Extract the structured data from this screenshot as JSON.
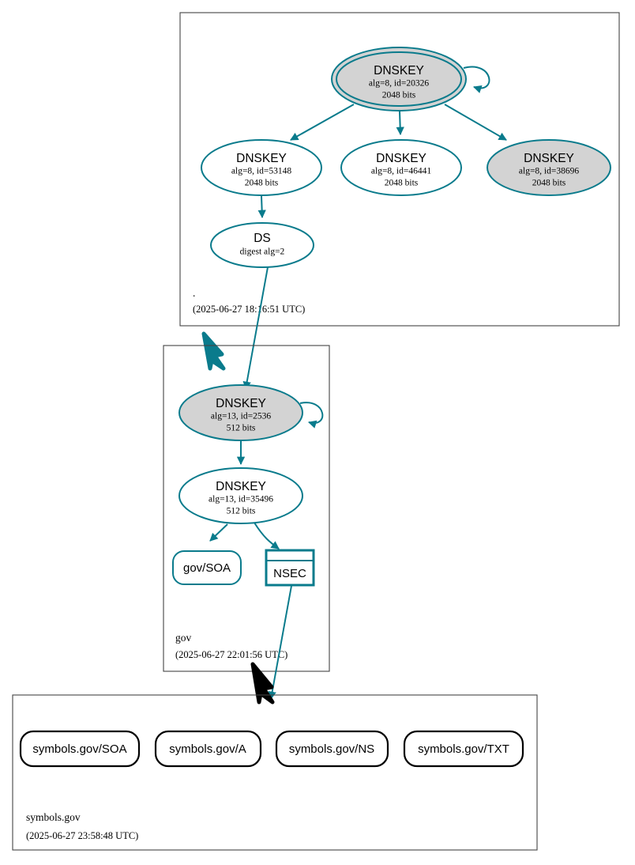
{
  "diagram": {
    "kind": "dnssec-authentication-chain",
    "colors": {
      "secure": "#0a7b8c",
      "insecure": "#000000",
      "node_fill_signing": "#d3d3d3",
      "node_fill_plain": "#ffffff",
      "zone_border": "#444444",
      "background": "#ffffff"
    }
  },
  "zones": [
    {
      "id": "root",
      "name": ".",
      "timestamp": "(2025-06-27 18:16:51 UTC)",
      "nodes": [
        {
          "id": "root-ksk",
          "type": "DNSKEY",
          "title": "DNSKEY",
          "line2": "alg=8, id=20326",
          "line3": "2048 bits",
          "shape": "doubleellipse",
          "fill": "#d3d3d3",
          "self_signed": true
        },
        {
          "id": "root-zsk-53148",
          "type": "DNSKEY",
          "title": "DNSKEY",
          "line2": "alg=8, id=53148",
          "line3": "2048 bits",
          "shape": "ellipse",
          "fill": "#ffffff",
          "self_signed": false
        },
        {
          "id": "root-zsk-46441",
          "type": "DNSKEY",
          "title": "DNSKEY",
          "line2": "alg=8, id=46441",
          "line3": "2048 bits",
          "shape": "ellipse",
          "fill": "#ffffff",
          "self_signed": false
        },
        {
          "id": "root-zsk-38696",
          "type": "DNSKEY",
          "title": "DNSKEY",
          "line2": "alg=8, id=38696",
          "line3": "2048 bits",
          "shape": "ellipse",
          "fill": "#d3d3d3",
          "self_signed": false
        },
        {
          "id": "root-ds",
          "type": "DS",
          "title": "DS",
          "line2": "digest alg=2",
          "line3": "",
          "shape": "ellipse",
          "fill": "#ffffff",
          "self_signed": false
        }
      ]
    },
    {
      "id": "gov",
      "name": "gov",
      "timestamp": "(2025-06-27 22:01:56 UTC)",
      "nodes": [
        {
          "id": "gov-ksk",
          "type": "DNSKEY",
          "title": "DNSKEY",
          "line2": "alg=13, id=2536",
          "line3": "512 bits",
          "shape": "ellipse",
          "fill": "#d3d3d3",
          "self_signed": true
        },
        {
          "id": "gov-zsk",
          "type": "DNSKEY",
          "title": "DNSKEY",
          "line2": "alg=13, id=35496",
          "line3": "512 bits",
          "shape": "ellipse",
          "fill": "#ffffff",
          "self_signed": false
        },
        {
          "id": "gov-soa",
          "type": "RRset",
          "title": "gov/SOA",
          "shape": "rounded-rect",
          "status": "secure"
        },
        {
          "id": "gov-nsec",
          "type": "NSEC",
          "title": "NSEC",
          "shape": "table",
          "status": "secure"
        }
      ]
    },
    {
      "id": "symbols-gov",
      "name": "symbols.gov",
      "timestamp": "(2025-06-27 23:58:48 UTC)",
      "nodes": [
        {
          "id": "sym-soa",
          "type": "RRset",
          "title": "symbols.gov/SOA",
          "shape": "rounded-rect",
          "status": "insecure"
        },
        {
          "id": "sym-a",
          "type": "RRset",
          "title": "symbols.gov/A",
          "shape": "rounded-rect",
          "status": "insecure"
        },
        {
          "id": "sym-ns",
          "type": "RRset",
          "title": "symbols.gov/NS",
          "shape": "rounded-rect",
          "status": "insecure"
        },
        {
          "id": "sym-txt",
          "type": "RRset",
          "title": "symbols.gov/TXT",
          "shape": "rounded-rect",
          "status": "insecure"
        }
      ]
    }
  ],
  "edges": [
    {
      "from": "root-ksk",
      "to": "root-ksk",
      "style": "self-loop",
      "status": "secure"
    },
    {
      "from": "root-ksk",
      "to": "root-zsk-53148",
      "style": "arrow",
      "status": "secure"
    },
    {
      "from": "root-ksk",
      "to": "root-zsk-46441",
      "style": "arrow",
      "status": "secure"
    },
    {
      "from": "root-ksk",
      "to": "root-zsk-38696",
      "style": "arrow",
      "status": "secure"
    },
    {
      "from": "root-zsk-53148",
      "to": "root-ds",
      "style": "arrow",
      "status": "secure"
    },
    {
      "from": "root-ds",
      "to": "gov-ksk",
      "style": "arrow",
      "status": "secure"
    },
    {
      "from": "root-zone",
      "to": "gov-zone",
      "style": "thick-delegation",
      "status": "secure"
    },
    {
      "from": "gov-ksk",
      "to": "gov-ksk",
      "style": "self-loop",
      "status": "secure"
    },
    {
      "from": "gov-ksk",
      "to": "gov-zsk",
      "style": "arrow",
      "status": "secure"
    },
    {
      "from": "gov-zsk",
      "to": "gov-soa",
      "style": "arrow",
      "status": "secure"
    },
    {
      "from": "gov-zsk",
      "to": "gov-nsec",
      "style": "arrow",
      "status": "secure"
    },
    {
      "from": "gov-nsec",
      "to": "symbols-gov-zone",
      "style": "arrow",
      "status": "secure"
    },
    {
      "from": "gov-zone",
      "to": "symbols-gov-zone",
      "style": "thick-delegation",
      "status": "insecure"
    }
  ]
}
